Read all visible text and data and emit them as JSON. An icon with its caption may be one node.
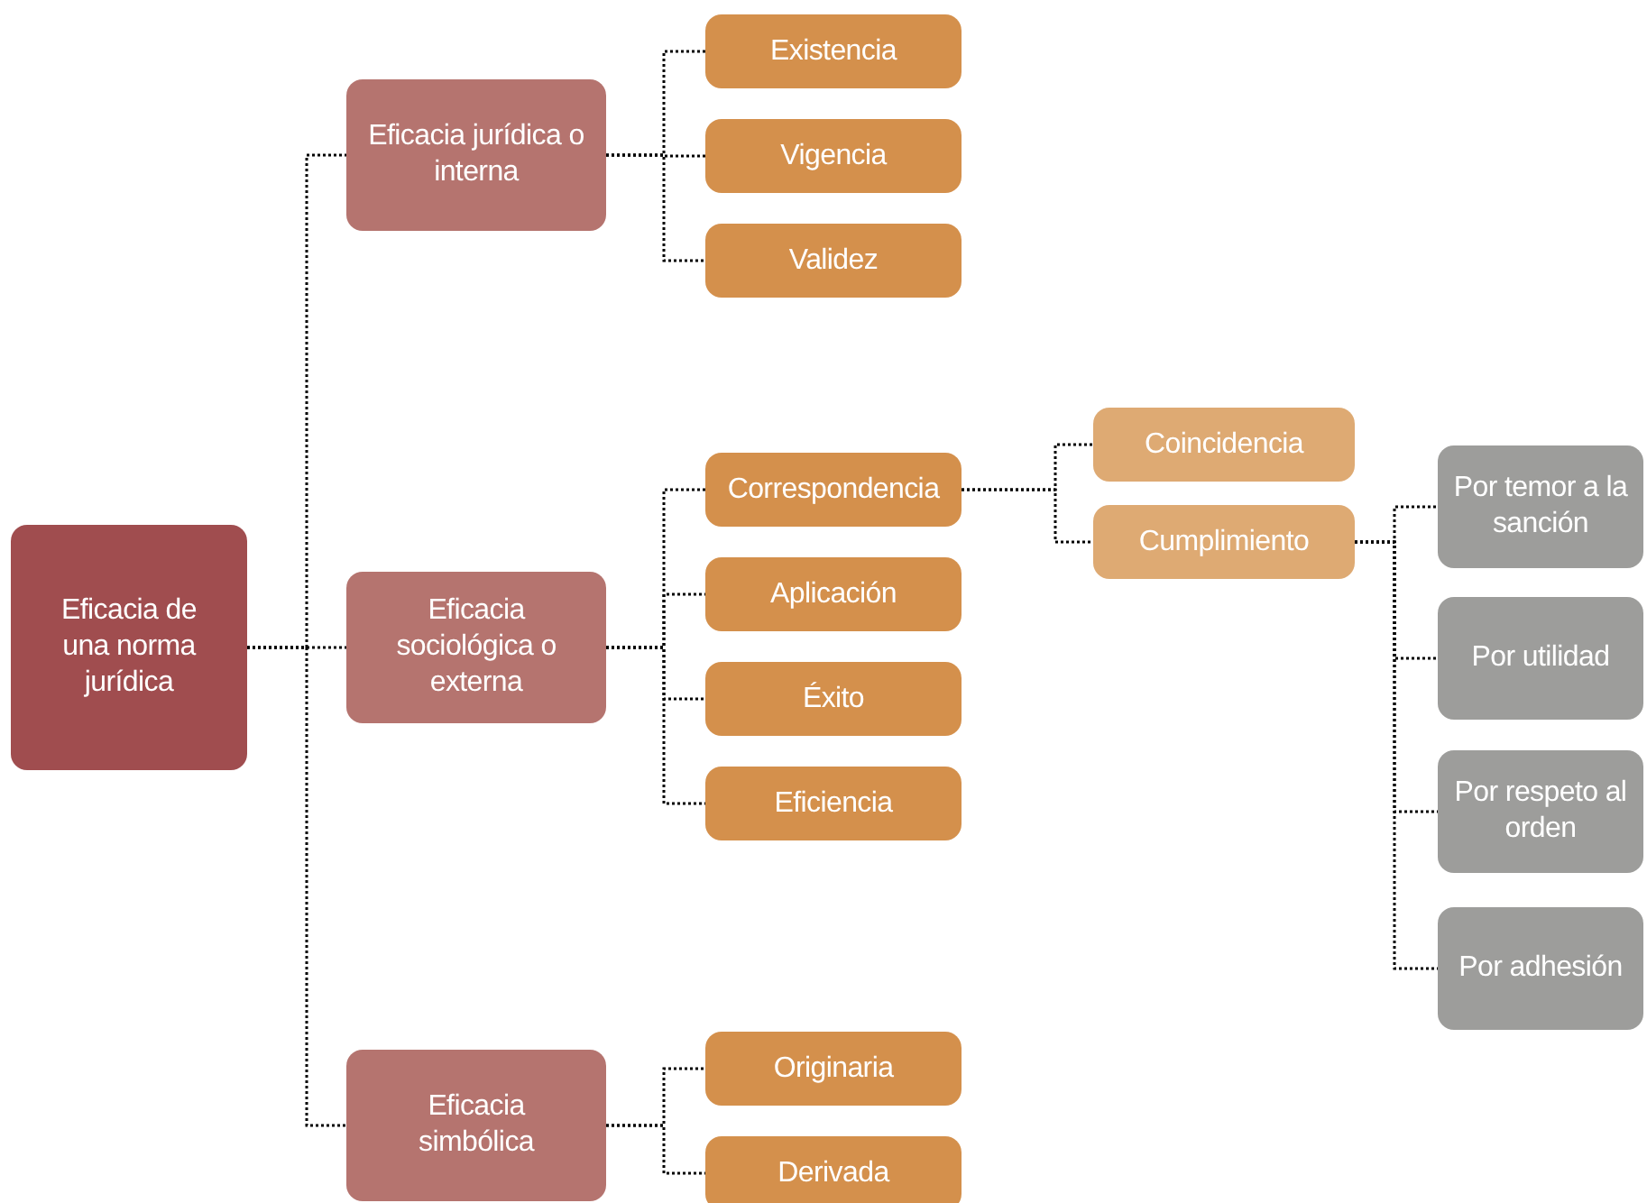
{
  "diagram": {
    "nodes": [
      {
        "text": [
          "Eficacia de una norma jurídica"
        ]
      },
      {
        "text": [
          "Eficacia jurídica o interna"
        ]
      },
      {
        "text": [
          "Existencia"
        ]
      },
      {
        "text": [
          "Vigencia"
        ]
      },
      {
        "text": [
          "Validez"
        ]
      },
      {
        "text": [
          "Eficacia sociológica o externa"
        ]
      },
      {
        "text": [
          "Correspondencia"
        ]
      },
      {
        "text": [
          "Coincidencia"
        ]
      },
      {
        "text": [
          "Cumplimiento"
        ]
      },
      {
        "text": [
          "Por temor a la sanción"
        ]
      },
      {
        "text": [
          "Por utilidad"
        ]
      },
      {
        "text": [
          "Por respeto al orden"
        ]
      },
      {
        "text": [
          "Por adhesión"
        ]
      },
      {
        "text": [
          "Aplicación"
        ]
      },
      {
        "text": [
          "Éxito"
        ]
      },
      {
        "text": [
          "Eficiencia"
        ]
      },
      {
        "text": [
          "Eficacia simbólica"
        ]
      },
      {
        "text": [
          "Originaria"
        ]
      },
      {
        "text": [
          "Derivada"
        ]
      }
    ],
    "edges": [
      {
        "from": 0,
        "to": 1,
        "arrow": "none"
      },
      {
        "from": 0,
        "to": 5,
        "arrow": "none"
      },
      {
        "from": 0,
        "to": 16,
        "arrow": "none"
      },
      {
        "from": 1,
        "to": 2,
        "arrow": "none"
      },
      {
        "from": 1,
        "to": 3,
        "arrow": "none"
      },
      {
        "from": 1,
        "to": 4,
        "arrow": "none"
      },
      {
        "from": 5,
        "to": 6,
        "arrow": "none"
      },
      {
        "from": 5,
        "to": 13,
        "arrow": "none"
      },
      {
        "from": 5,
        "to": 14,
        "arrow": "none"
      },
      {
        "from": 5,
        "to": 15,
        "arrow": "none"
      },
      {
        "from": 6,
        "to": 7,
        "arrow": "none"
      },
      {
        "from": 6,
        "to": 8,
        "arrow": "none"
      },
      {
        "from": 8,
        "to": 9,
        "arrow": "none"
      },
      {
        "from": 8,
        "to": 10,
        "arrow": "none"
      },
      {
        "from": 8,
        "to": 11,
        "arrow": "none"
      },
      {
        "from": 8,
        "to": 12,
        "arrow": "none"
      },
      {
        "from": 16,
        "to": 17,
        "arrow": "none"
      },
      {
        "from": 16,
        "to": 18,
        "arrow": "none"
      }
    ]
  }
}
